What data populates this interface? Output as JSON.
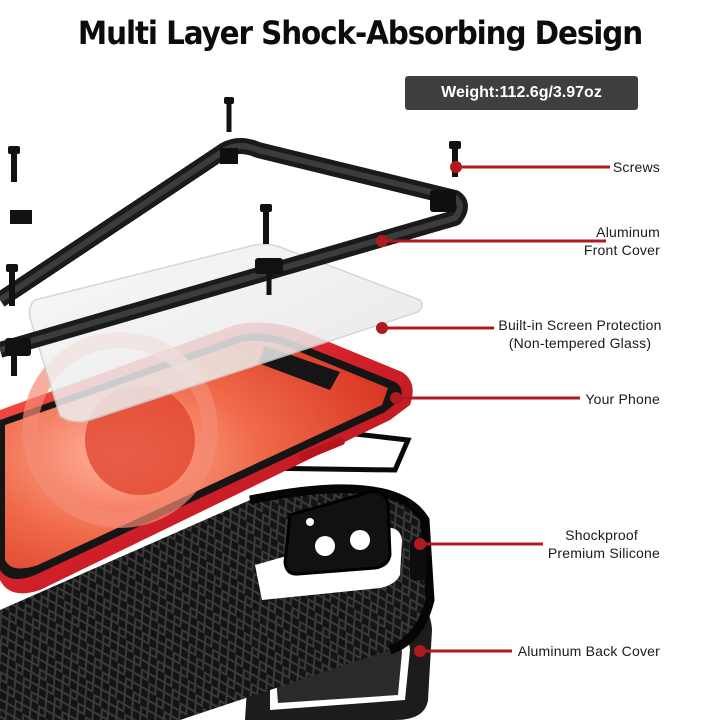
{
  "title": "Multi Layer Shock-Absorbing Design",
  "weight_label": "Weight:112.6g/3.97oz",
  "accent_color": "#b01a1e",
  "callouts": [
    {
      "id": "screws",
      "lines": [
        "Screws"
      ]
    },
    {
      "id": "front-cover",
      "lines": [
        "Aluminum",
        "Front Cover"
      ]
    },
    {
      "id": "screen-protection",
      "lines": [
        "Built-in Screen Protection",
        "(Non-tempered Glass)"
      ]
    },
    {
      "id": "phone",
      "lines": [
        "Your Phone"
      ]
    },
    {
      "id": "silicone",
      "lines": [
        "Shockproof",
        "Premium Silicone"
      ]
    },
    {
      "id": "back-cover",
      "lines": [
        "Aluminum Back Cover"
      ]
    }
  ]
}
